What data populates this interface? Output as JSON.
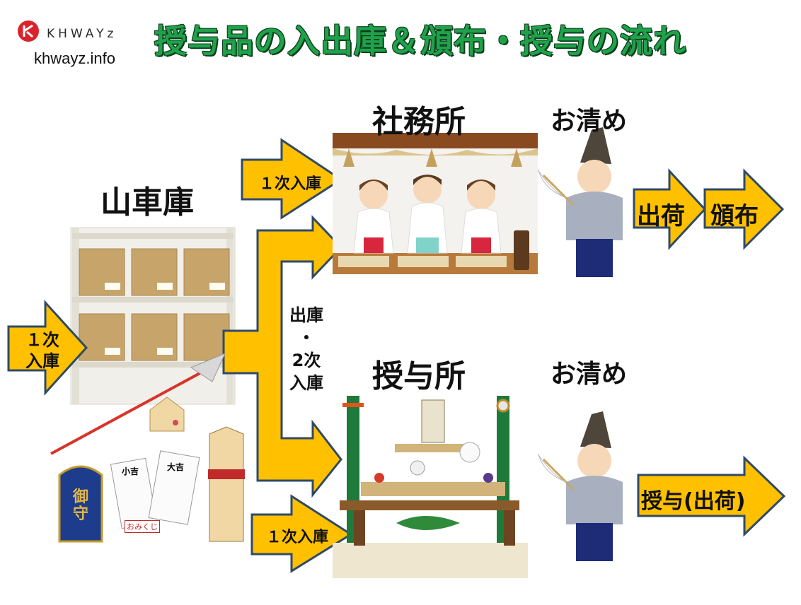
{
  "header": {
    "title": "授与品の入出庫＆頒布・授与の流れ",
    "brand": "KHWAYz",
    "site": "khwayz.info"
  },
  "locations": {
    "warehouse": "山車庫",
    "office": "社務所",
    "counter": "授与所"
  },
  "purification": {
    "top": "お清め",
    "bottom": "お清め"
  },
  "arrows": {
    "left_in_line1": "１次",
    "left_in_line2": "入庫",
    "office_in": "１次入庫",
    "counter_in": "１次入庫",
    "ship": "出荷",
    "distribute": "頒布",
    "grant": "授与(出荷)"
  },
  "middle_label": [
    "出庫",
    "・",
    "2次",
    "入庫"
  ],
  "items": {
    "omamori": "御守",
    "omikuji": "おみくじ",
    "kichi_small": "小吉",
    "kichi_big": "大吉"
  },
  "colors": {
    "arrow_fill": "#ffc000",
    "arrow_stroke": "#2f4a68",
    "title_green": "#1fa24a"
  }
}
